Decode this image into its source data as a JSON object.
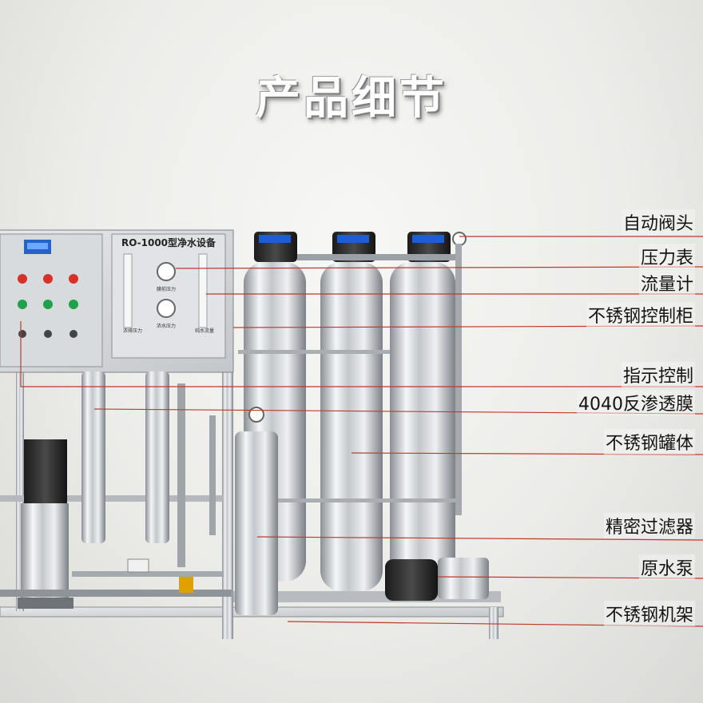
{
  "title": "产品细节",
  "panel": {
    "model": "RO-1000型净水设备",
    "gauge_left_label": "膜前压力",
    "gauge_right_label": "浓水压力",
    "flow_left_label": "浓排压力",
    "flow_right_label": "纯水流量"
  },
  "callouts": [
    {
      "id": "auto-valve",
      "label": "自动阀头"
    },
    {
      "id": "pressure-gauge",
      "label": "压力表"
    },
    {
      "id": "flow-meter",
      "label": "流量计"
    },
    {
      "id": "control-cabinet",
      "label": "不锈钢控制柜"
    },
    {
      "id": "indicator-control",
      "label": "指示控制"
    },
    {
      "id": "ro-membrane",
      "label": "4040反渗透膜"
    },
    {
      "id": "steel-tank",
      "label": "不锈钢罐体"
    },
    {
      "id": "precision-filter",
      "label": "精密过滤器"
    },
    {
      "id": "raw-water-pump",
      "label": "原水泵"
    },
    {
      "id": "steel-frame",
      "label": "不锈钢机架"
    }
  ],
  "colors": {
    "leader_line": "#c0392b",
    "steel": "#c9ccd0",
    "pipe": "#8e9499"
  }
}
